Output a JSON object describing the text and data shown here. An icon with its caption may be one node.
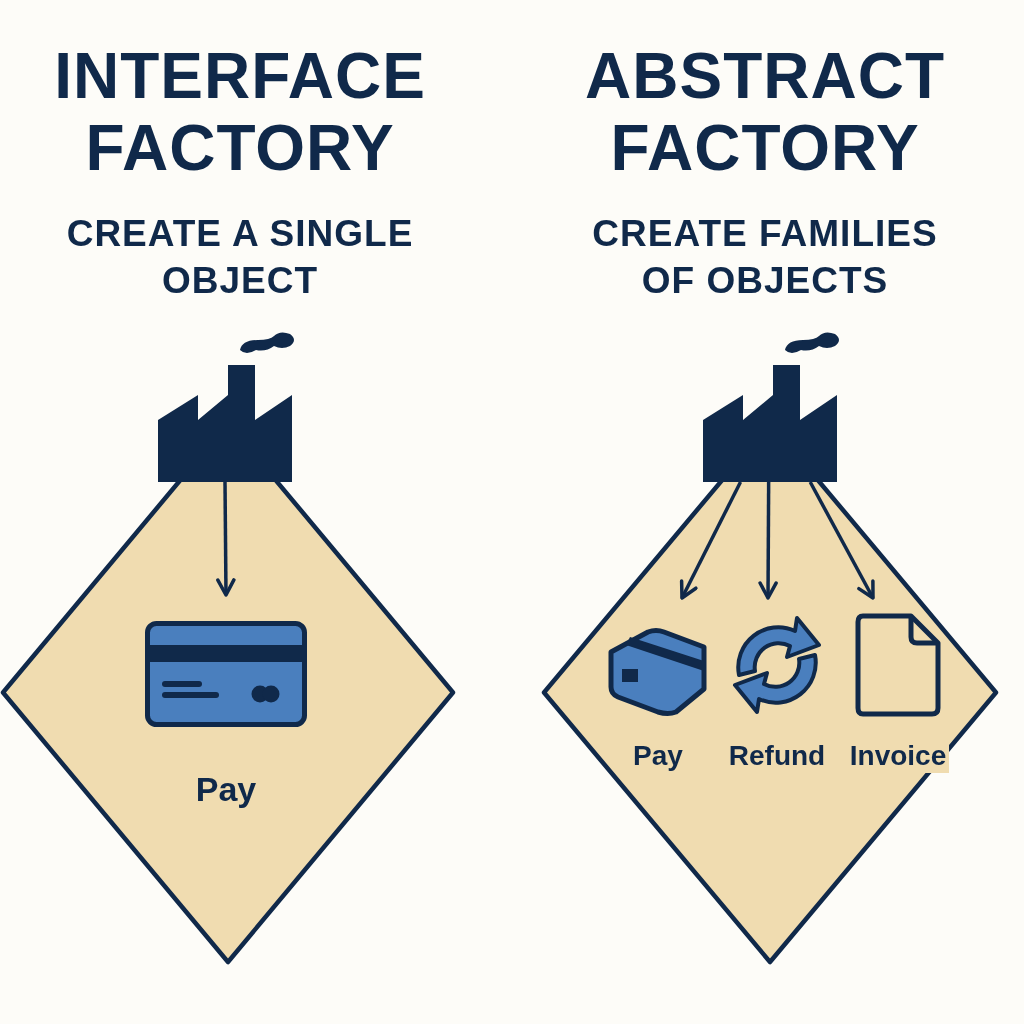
{
  "diagram": {
    "nodes": [
      {
        "text": [],
        "shape": "diamond"
      },
      {
        "text": [],
        "shape": "factory"
      },
      {
        "text": [
          "Pay"
        ],
        "in": 0
      },
      {
        "text": [],
        "shape": "diamond"
      },
      {
        "text": [],
        "shape": "factory"
      },
      {
        "text": [
          "Pay"
        ],
        "in": 3
      },
      {
        "text": [
          "Refund"
        ],
        "in": 3
      },
      {
        "text": [
          "Invoice"
        ],
        "in": 3
      }
    ],
    "edges": [
      {
        "from": 1,
        "to": 2,
        "arrow": "to"
      },
      {
        "from": 4,
        "to": 5,
        "arrow": "to"
      },
      {
        "from": 4,
        "to": 6,
        "arrow": "to"
      },
      {
        "from": 4,
        "to": 7,
        "arrow": "to"
      }
    ],
    "labels": [
      "INTERFACE FACTORY",
      "ABSTRACT FACTORY",
      "CREATE A SINGLE OBJECT",
      "CREATE FAMILIES OF OBJECTS"
    ]
  }
}
